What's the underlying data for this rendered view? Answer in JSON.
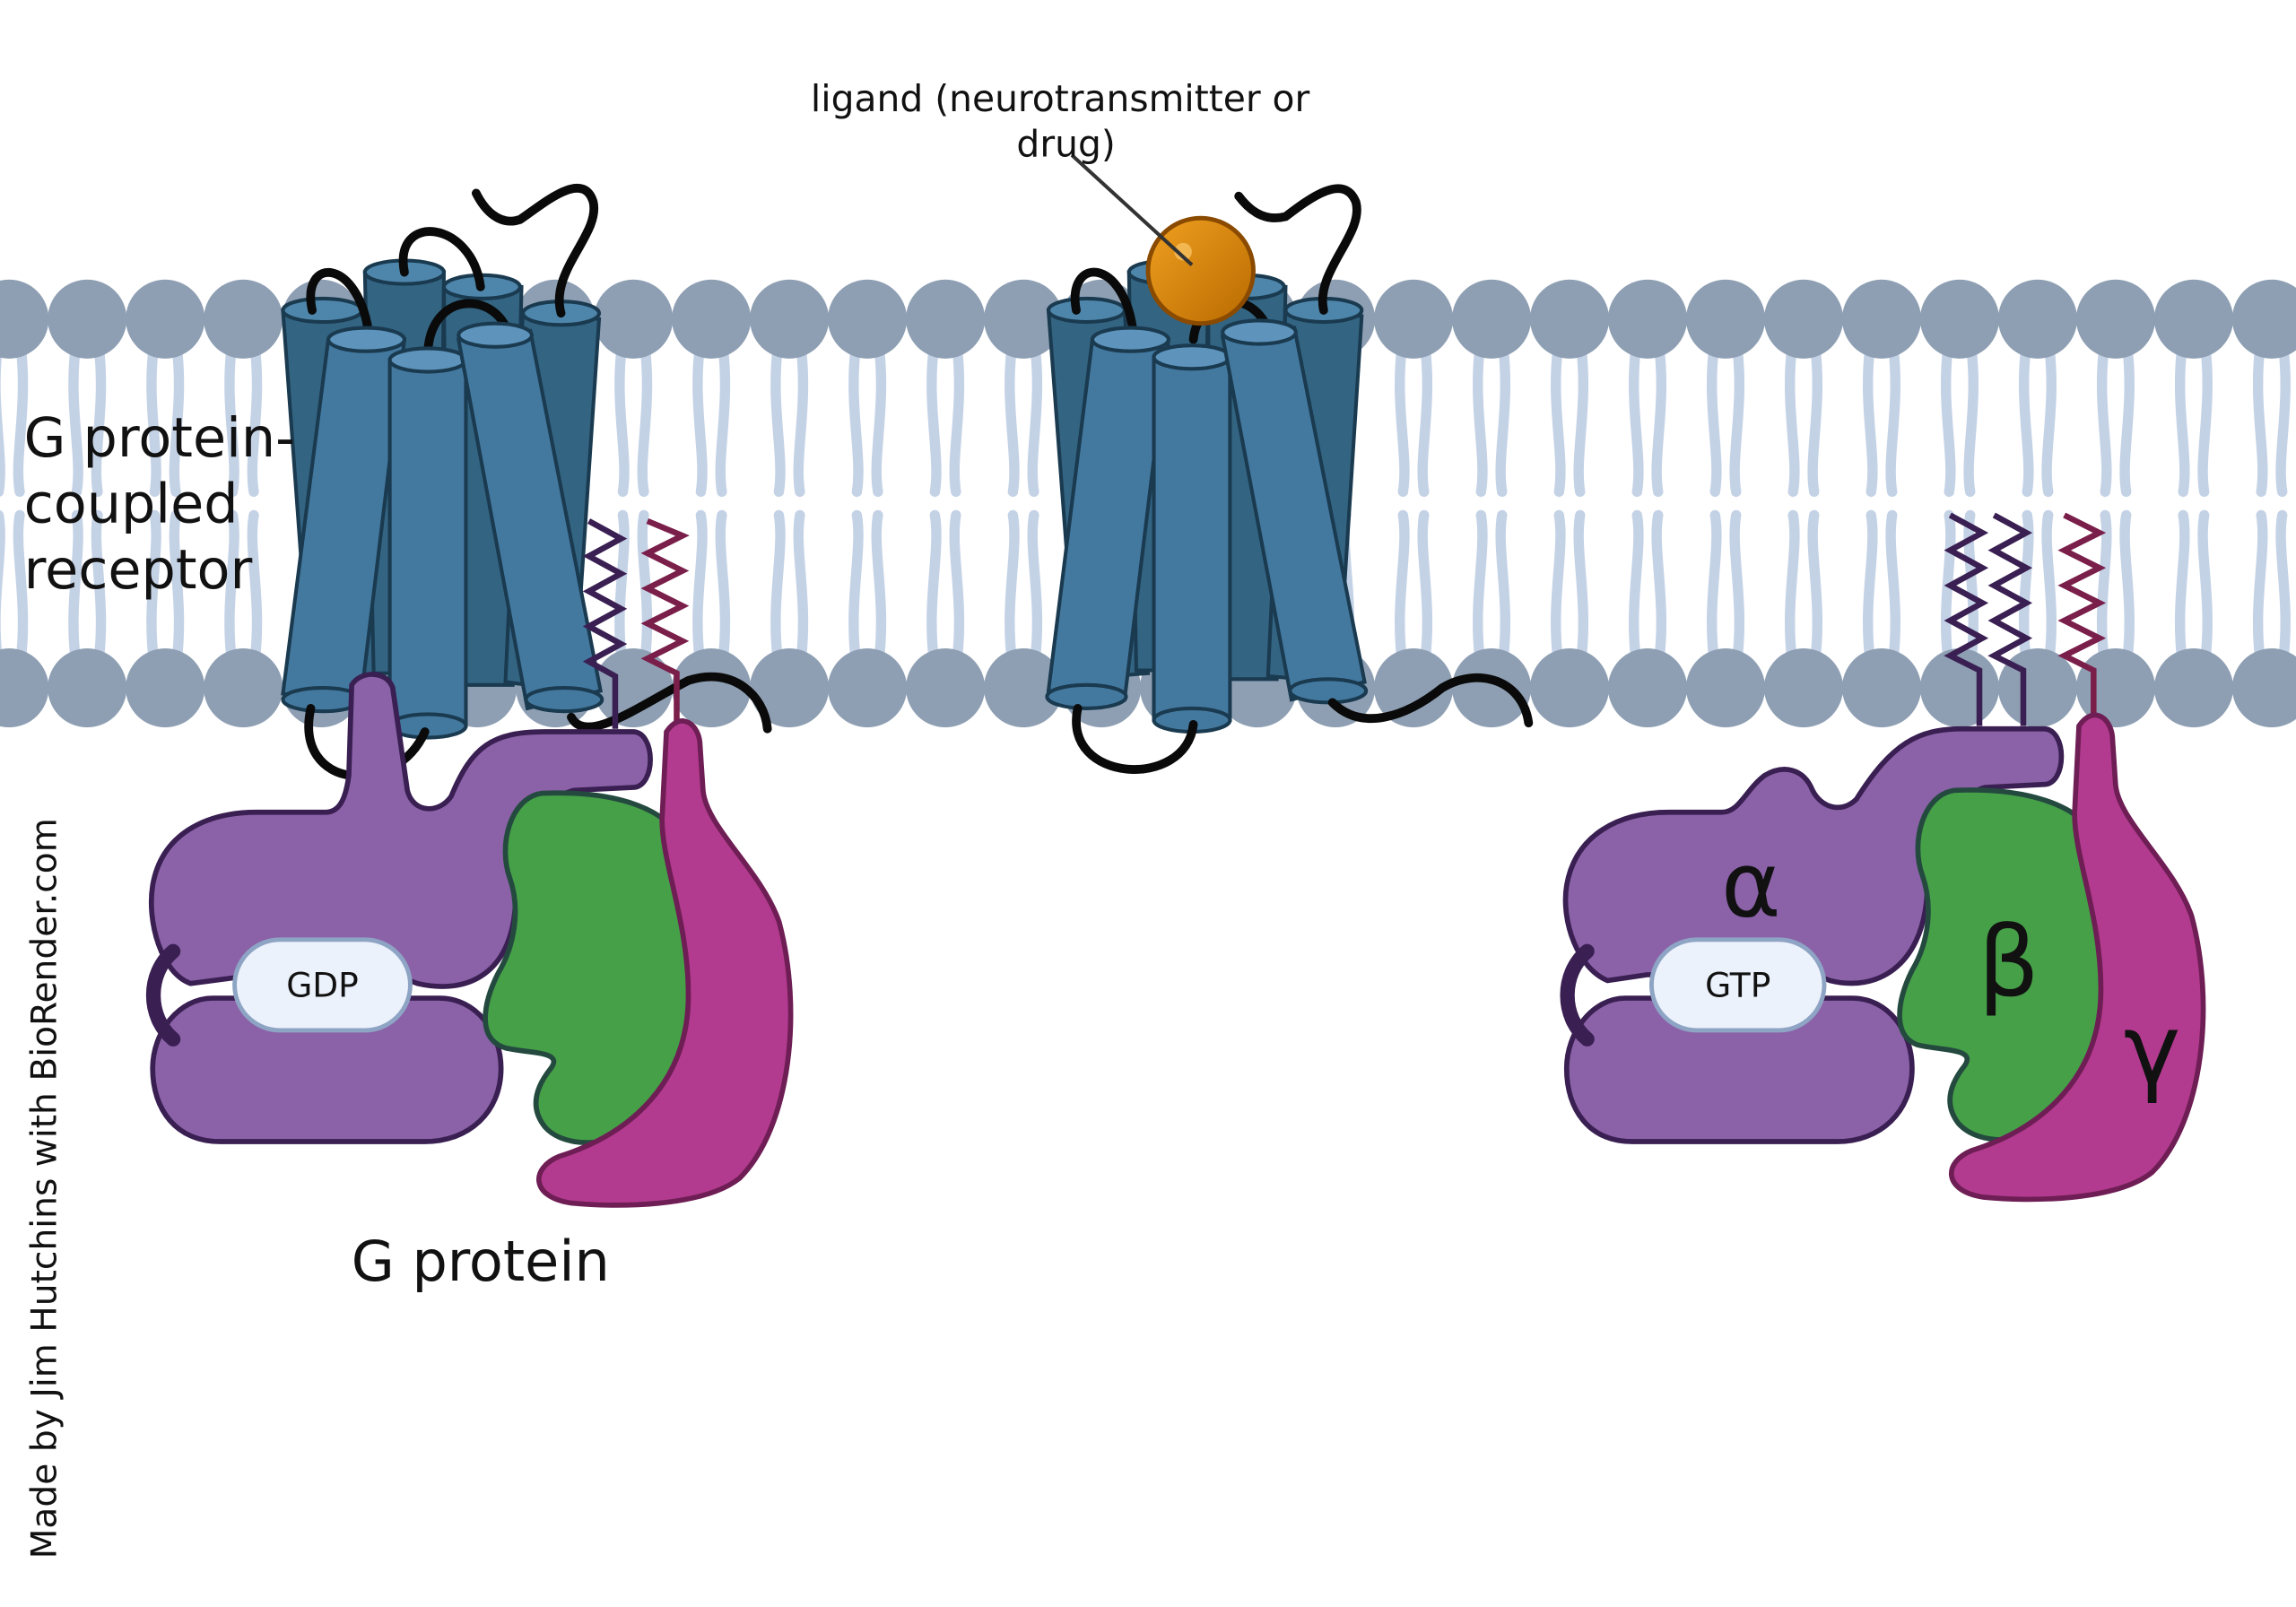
{
  "labels": {
    "ligand_line1": "ligand (neurotransmitter or",
    "ligand_line2": "drug)",
    "gpcr_line1": "G protein-",
    "gpcr_line2": "coupled",
    "gpcr_line3": "receptor",
    "g_protein": "G protein",
    "gdp": "GDP",
    "gtp": "GTP",
    "alpha": "α",
    "beta": "β",
    "gamma": "γ",
    "credit": "Made by Jim Hutchins with BioRender.com"
  },
  "colors": {
    "membrane_head": "#8e9fb3",
    "membrane_tail": "#c4d2e6",
    "receptor_front": "#44799f",
    "receptor_back": "#336482",
    "receptor_outline": "#1a3a50",
    "loop": "#0a0a0a",
    "ligand": "#dc8a00",
    "alpha_subunit": "#8b62a8",
    "alpha_outline": "#3a1f52",
    "beta_subunit": "#46a048",
    "beta_outline": "#244a3f",
    "gamma_subunit": "#b33b8f",
    "gamma_outline": "#6e1e54",
    "nucleotide_fill": "#ecf2fb",
    "nucleotide_outline": "#8ea4c4",
    "lipid_anchor_dark": "#3a1f52",
    "lipid_anchor_red": "#7a1e4a"
  }
}
